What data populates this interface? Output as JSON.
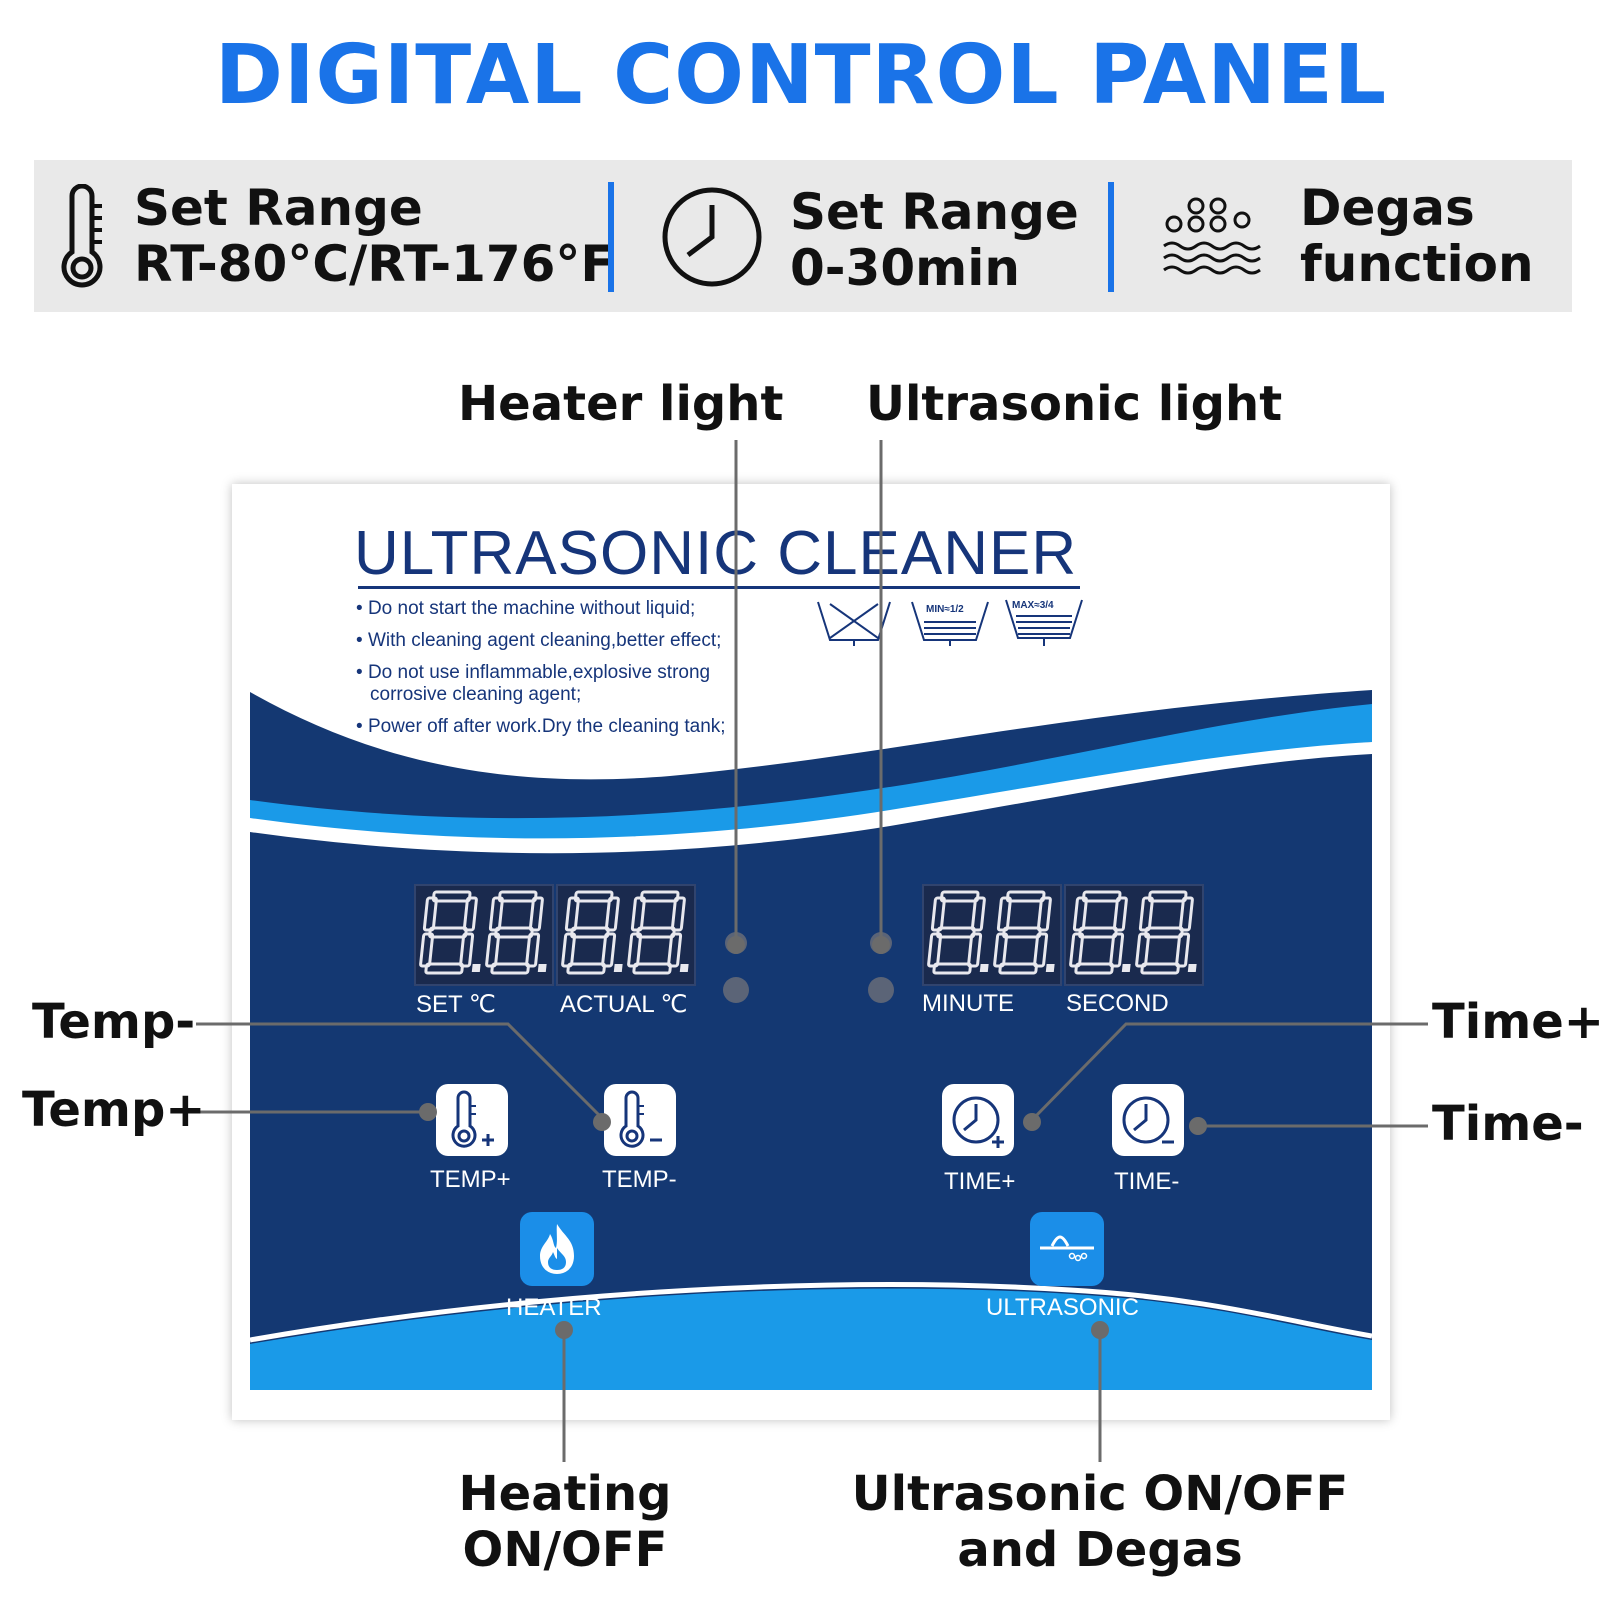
{
  "title": "DIGITAL CONTROL PANEL",
  "specs": [
    {
      "icon": "thermometer-icon",
      "line1": "Set Range",
      "line2": "RT-80°C/RT-176°F"
    },
    {
      "icon": "clock-icon",
      "line1": "Set Range",
      "line2": "0-30min"
    },
    {
      "icon": "degas-bubbles-icon",
      "line1": "Degas",
      "line2": "function"
    }
  ],
  "colors": {
    "accent": "#1a73e8",
    "panel_navy": "#16357a",
    "panel_blue": "#1b8ee8"
  },
  "panel": {
    "title": "ULTRASONIC CLEANER",
    "warnings": [
      "Do not start the machine without liquid;",
      "With cleaning agent cleaning,better effect;",
      "Do not use inflammable,explosive strong",
      "corrosive cleaning agent;",
      "Power off after work.Dry the cleaning tank;"
    ],
    "level_marks": {
      "min": "MIN≈1/2",
      "max": "MAX≈3/4"
    },
    "display_labels": {
      "set": "SET ℃",
      "actual": "ACTUAL ℃",
      "minute": "MINUTE",
      "second": "SECOND"
    },
    "buttons": {
      "temp_plus": "TEMP+",
      "temp_minus": "TEMP-",
      "time_plus": "TIME+",
      "time_minus": "TIME-",
      "heater": "HEATER",
      "ultrasonic": "ULTRASONIC"
    }
  },
  "callouts": {
    "heater_light": "Heater light",
    "ultrasonic_light": "Ultrasonic light",
    "temp_minus": "Temp-",
    "temp_plus": "Temp+",
    "time_plus": "Time+",
    "time_minus": "Time-",
    "heating_onoff_1": "Heating",
    "heating_onoff_2": "ON/OFF",
    "ultrasonic_onoff_1": "Ultrasonic ON/OFF",
    "ultrasonic_onoff_2": "and Degas"
  }
}
